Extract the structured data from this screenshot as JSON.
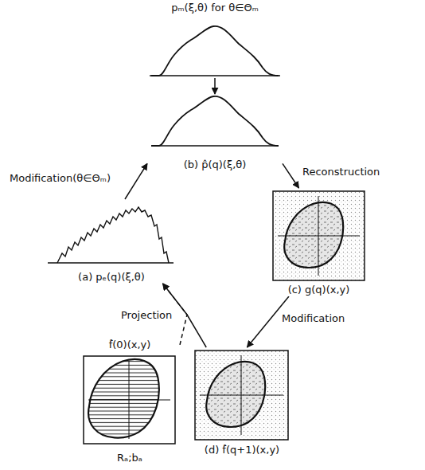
{
  "diagram": {
    "nodes": [
      {
        "text": [
          "pₘ(ξ,θ) for θ∈Θₘ"
        ]
      },
      {
        "text": [
          "(b) p̂(q)(ξ,θ)"
        ]
      },
      {
        "text": [
          "(a) pₑ(q)(ξ,θ)"
        ]
      },
      {
        "text": [
          "(c) g(q)(x,y)"
        ]
      },
      {
        "text": [
          "(d) f̂(q+1)(x,y)"
        ]
      },
      {
        "text": [
          "f̂(0)(x,y)",
          "Rₐ;bₐ"
        ]
      }
    ],
    "edges": [
      {
        "from": 0,
        "to": 1,
        "arrow": "to"
      },
      {
        "from": 2,
        "to": 1,
        "label": "Modification(θ∈Θₘ)",
        "arrow": "to"
      },
      {
        "from": 1,
        "to": 3,
        "label": "Reconstruction",
        "arrow": "to"
      },
      {
        "from": 3,
        "to": 4,
        "label": "Modification",
        "arrow": "to"
      },
      {
        "from": 4,
        "to": 2,
        "arrow": "to"
      },
      {
        "from": 5,
        "to": 2,
        "label": "Projection",
        "arrow": "to"
      }
    ]
  }
}
